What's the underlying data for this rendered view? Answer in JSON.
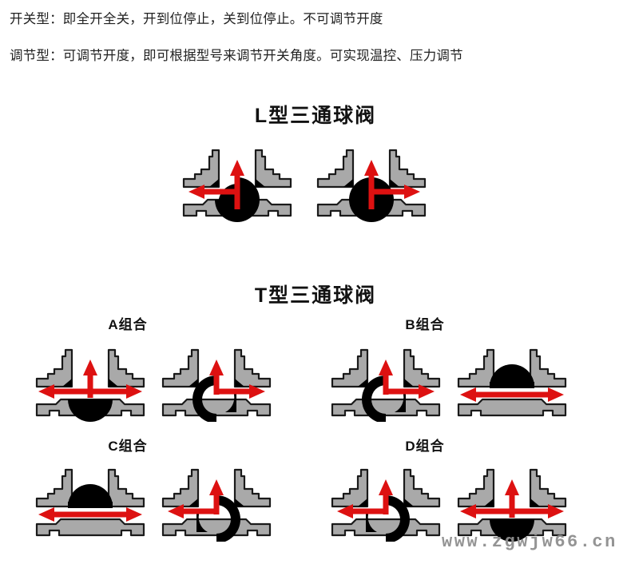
{
  "intro": {
    "line1": "开关型：即全开全关，开到位停止，关到位停止。不可调节开度",
    "line2": "调节型：可调节开度，即可根据型号来调节开关角度。可实现温控、压力调节"
  },
  "sections": {
    "l_type_title": "L型三通球阀",
    "t_type_title": "T型三通球阀"
  },
  "groups": {
    "a_label": "A组合",
    "b_label": "B组合",
    "c_label": "C组合",
    "d_label": "D组合"
  },
  "colors": {
    "body_fill": "#a9a9a9",
    "body_outline": "#1a1a1a",
    "ball_fill": "#000000",
    "arrow_red": "#dd1111",
    "background": "#ffffff",
    "watermark": "#8f8f8f",
    "text": "#1a1a1a"
  },
  "watermark": "www.zgwjw66.cn",
  "diagram_data": {
    "type": "technical-diagram",
    "subject": "三通球阀流向组合示意图",
    "valve_figures": [
      {
        "id": "l1",
        "section": "L型三通球阀",
        "ball": "L-port-left-down",
        "flow_paths": [
          "bottom-to-top",
          "center-to-left"
        ],
        "arrows": [
          "up",
          "left"
        ]
      },
      {
        "id": "l2",
        "section": "L型三通球阀",
        "ball": "L-port-right-down",
        "flow_paths": [
          "bottom-to-top",
          "center-to-right"
        ],
        "arrows": [
          "up",
          "right"
        ]
      },
      {
        "id": "a1",
        "section": "A组合",
        "ball": "T-port-bottom",
        "flow_paths": [
          "left-right-through",
          "bottom-to-top"
        ],
        "arrows": [
          "up",
          "left",
          "right"
        ]
      },
      {
        "id": "a2",
        "section": "A组合",
        "ball": "T-port-left-bottom",
        "flow_paths": [
          "bottom-to-top",
          "center-to-right"
        ],
        "arrows": [
          "up",
          "right"
        ]
      },
      {
        "id": "b1",
        "section": "B组合",
        "ball": "T-port-left-bottom",
        "flow_paths": [
          "bottom-to-top",
          "center-to-right"
        ],
        "arrows": [
          "up",
          "right"
        ]
      },
      {
        "id": "b2",
        "section": "B组合",
        "ball": "T-port-top",
        "flow_paths": [
          "left-right-through"
        ],
        "arrows": [
          "left",
          "right"
        ]
      },
      {
        "id": "c1",
        "section": "C组合",
        "ball": "T-port-top",
        "flow_paths": [
          "left-right-through"
        ],
        "arrows": [
          "left",
          "right"
        ]
      },
      {
        "id": "c2",
        "section": "C组合",
        "ball": "T-port-right-bottom",
        "flow_paths": [
          "bottom-to-top",
          "center-to-left"
        ],
        "arrows": [
          "up",
          "left"
        ]
      },
      {
        "id": "d1",
        "section": "D组合",
        "ball": "T-port-right-bottom",
        "flow_paths": [
          "bottom-to-top",
          "center-to-left"
        ],
        "arrows": [
          "up",
          "left"
        ]
      },
      {
        "id": "d2",
        "section": "D组合",
        "ball": "T-port-bottom",
        "flow_paths": [
          "left-right-through",
          "bottom-to-top"
        ],
        "arrows": [
          "up",
          "left",
          "right"
        ]
      }
    ]
  }
}
